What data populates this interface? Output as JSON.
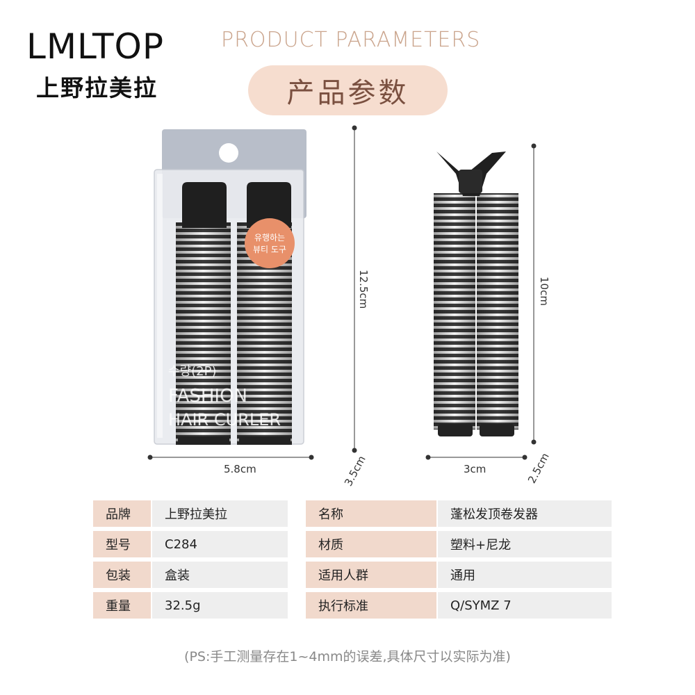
{
  "brand": {
    "name_en": "LMLTOP",
    "name_cn": "上野拉美拉"
  },
  "header": {
    "title_en": "PRODUCT PARAMETERS",
    "title_cn": "产品参数"
  },
  "product_left": {
    "height": "12.5cm",
    "width": "5.8cm",
    "depth": "3.5cm",
    "sticker_line1": "유행하는",
    "sticker_line2": "뷰티 도구",
    "package_line1": "수량(2P)",
    "package_line2": "FASHION",
    "package_line3": "HAIR CURLER"
  },
  "product_right": {
    "height": "10cm",
    "width": "3cm",
    "depth": "2.5cm"
  },
  "specs": [
    {
      "label_l": "品牌",
      "value_l": "上野拉美拉",
      "label_r": "名称",
      "value_r": "蓬松发顶卷发器"
    },
    {
      "label_l": "型号",
      "value_l": "C284",
      "label_r": "材质",
      "value_r": "塑料+尼龙"
    },
    {
      "label_l": "包装",
      "value_l": "盒装",
      "label_r": "适用人群",
      "value_r": "通用"
    },
    {
      "label_l": "重量",
      "value_l": "32.5g",
      "label_r": "执行标准",
      "value_r": "Q/SYMZ 7"
    }
  ],
  "footnote": "(PS:手工测量存在1~4mm的误差,具体尺寸以实际为准)",
  "colors": {
    "accent": "#f6ddcf",
    "accent_text": "#caa48c",
    "label_bg": "#f1d9cc",
    "value_bg": "#eeeeee",
    "sticker": "#e8906a"
  }
}
